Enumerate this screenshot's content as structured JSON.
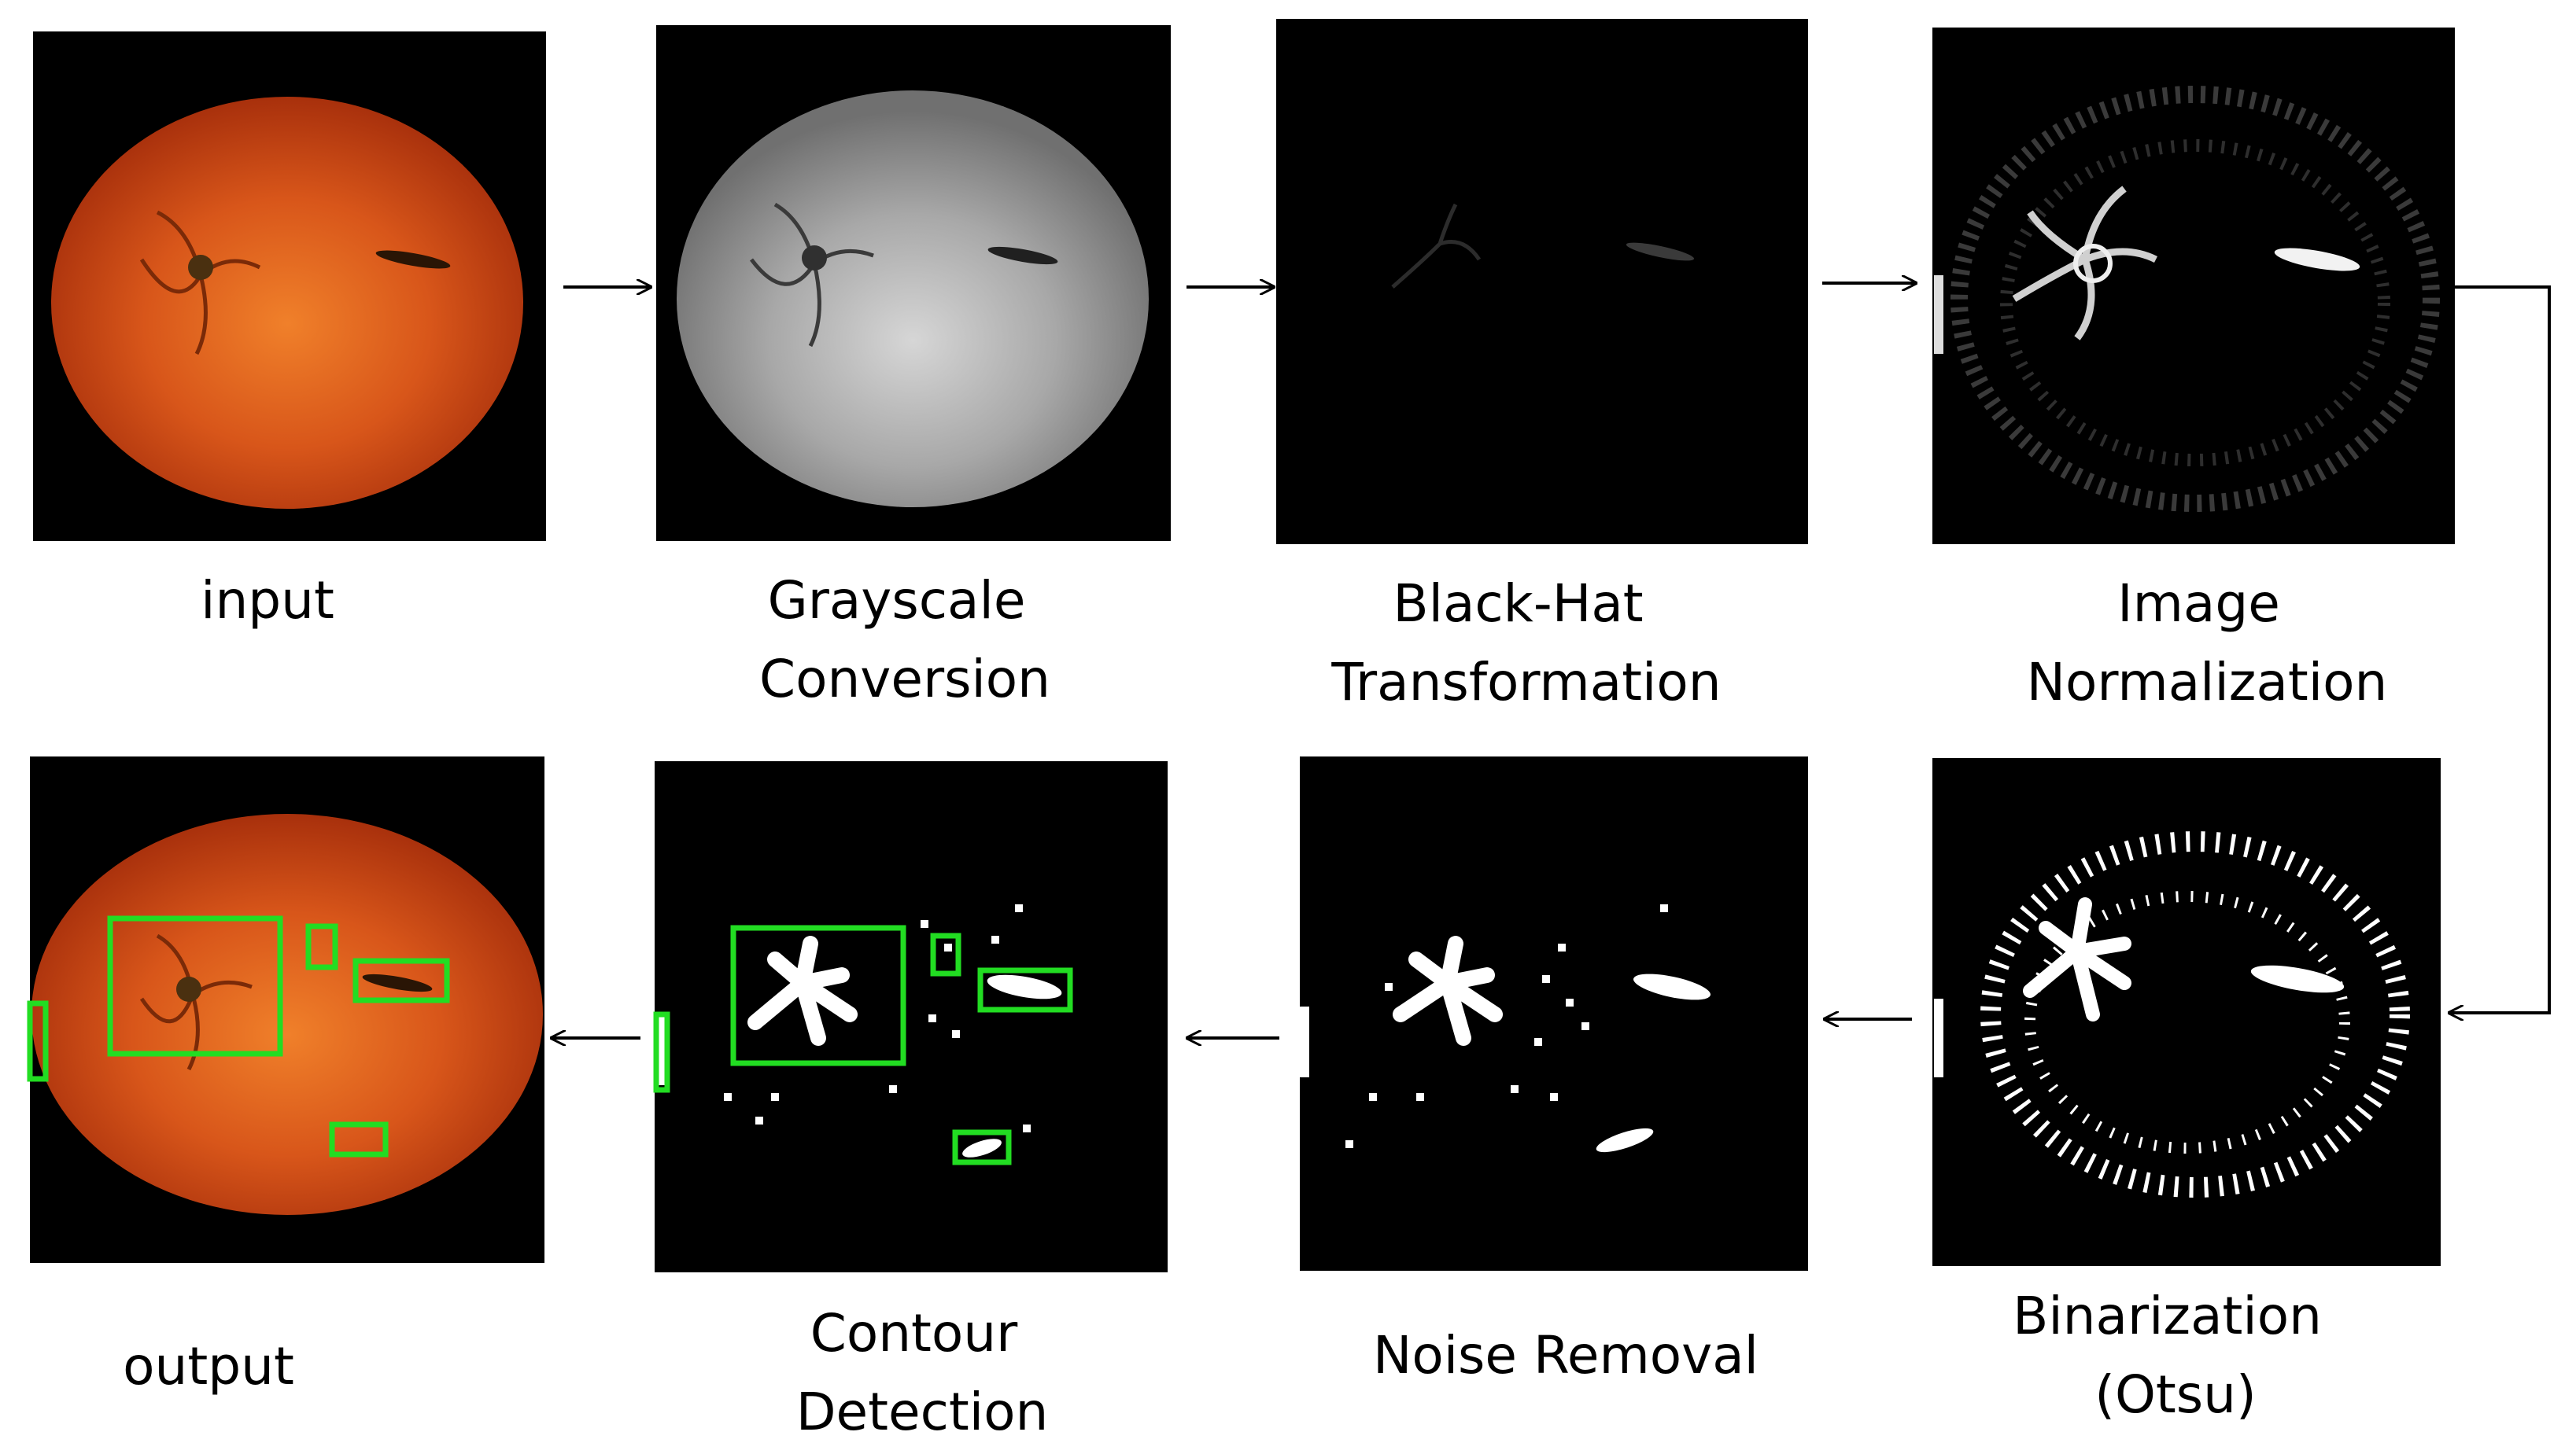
{
  "diagram": {
    "steps": [
      {
        "id": "input",
        "lines": [
          "input"
        ]
      },
      {
        "id": "grayscale",
        "lines": [
          "Grayscale",
          "Conversion"
        ]
      },
      {
        "id": "blackhat",
        "lines": [
          "Black-Hat",
          "Transformation"
        ]
      },
      {
        "id": "normalization",
        "lines": [
          "Image",
          "Normalization"
        ]
      },
      {
        "id": "binarization",
        "lines": [
          "Binarization",
          "(Otsu)"
        ]
      },
      {
        "id": "noise",
        "lines": [
          "Noise Removal"
        ]
      },
      {
        "id": "contour",
        "lines": [
          "Contour",
          "Detection"
        ]
      },
      {
        "id": "output",
        "lines": [
          "output"
        ]
      }
    ],
    "colors": {
      "background": "#ffffff",
      "panel": "#000000",
      "arrow": "#000000",
      "box": "#22dd22",
      "fruit_light": "#f08a2a",
      "fruit_dark": "#c43d10"
    }
  }
}
